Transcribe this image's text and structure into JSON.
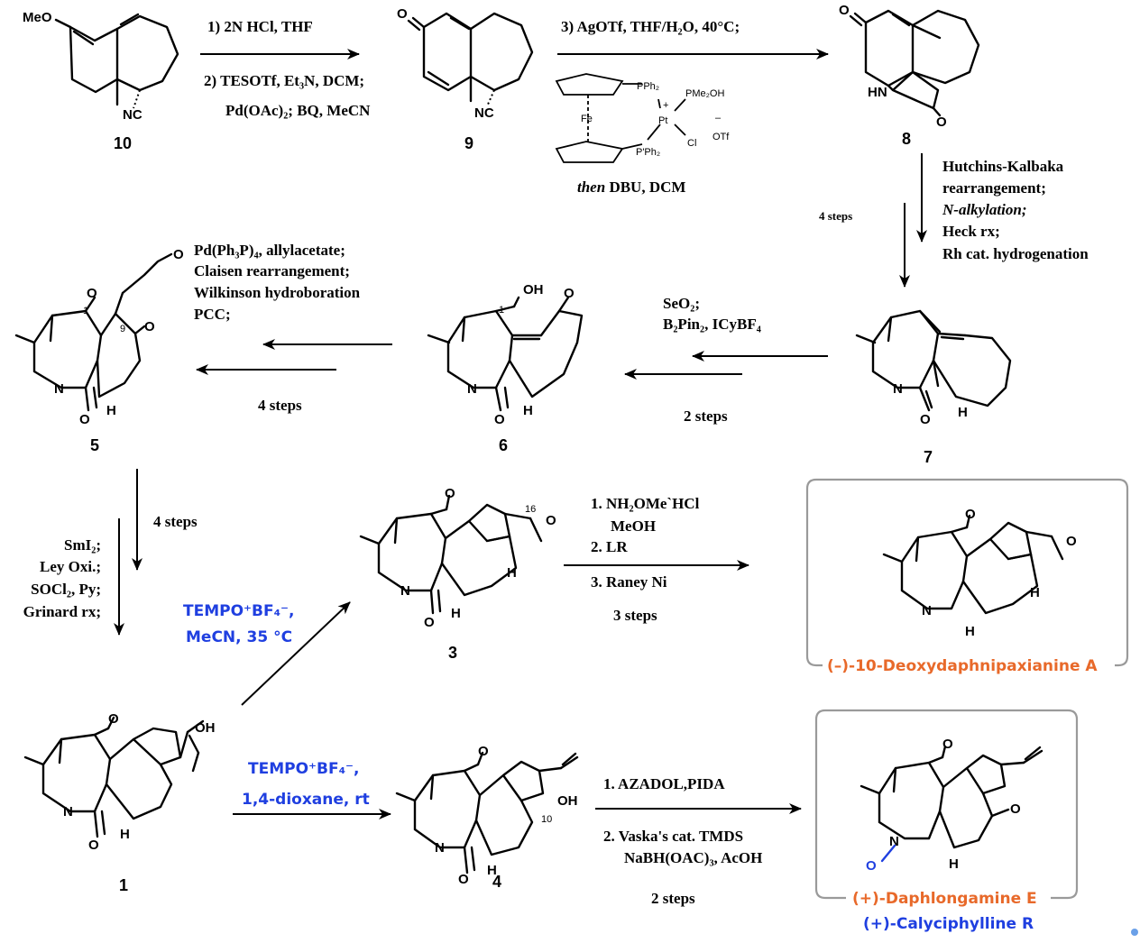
{
  "compounds": {
    "c10": "10",
    "c9": "9",
    "c8": "8",
    "c7": "7",
    "c6": "6",
    "c5": "5",
    "c3": "3",
    "c1": "1",
    "c4": "4"
  },
  "steps": {
    "s10_9": {
      "line1": "1) 2N HCl, THF",
      "line2": "2) TESOTf, Et₃N, DCM;",
      "line3": "Pd(OAc)₂; BQ, MeCN"
    },
    "s9_8": {
      "line1": "3) AgOTf, THF/H₂O, 40°C;",
      "then": "then",
      "line_then": "DBU, DCM"
    },
    "s8_7": {
      "count": "4 steps",
      "line1": "Hutchins-Kalbaka",
      "line2": "rearrangement;",
      "line3": "N-alkylation;",
      "line4": "Heck rx;",
      "line5": "Rh cat. hydrogenation"
    },
    "s7_6": {
      "line1": "SeO₂;",
      "line2": "B₂Pin₂, ICyBF₄",
      "count": "2 steps"
    },
    "s6_5": {
      "line1": "Pd(Ph₃P)₄, allylacetate;",
      "line2": "Claisen rearrangement;",
      "line3": "Wilkinson hydroboration",
      "line4": "PCC;",
      "count": "4 steps"
    },
    "s5_1": {
      "count": "4 steps",
      "line1": "SmI₂;",
      "line2": "Ley Oxi.;",
      "line3": "SOCl₂, Py;",
      "line4": "Grinard rx;"
    },
    "s1_3": {
      "line1": "TEMPO⁺BF₄⁻,",
      "line2": "MeCN, 35 °C"
    },
    "s3_A": {
      "line1": "1. NH₂OMe`HCl",
      "line2": "MeOH",
      "line3": "2. LR",
      "line4": "3. Raney Ni",
      "count": "3 steps"
    },
    "s1_4": {
      "line1": "TEMPO⁺BF₄⁻,",
      "line2": "1,4-dioxane, rt"
    },
    "s4_E": {
      "line1": "1. AZADOL,PIDA",
      "line2": "2. Vaska's cat. TMDS",
      "line3": "NaBH(OAC)₃, AcOH",
      "count": "2 steps"
    }
  },
  "catalyst": {
    "pph2": "PPh₂",
    "pme2oh": "PMe₂OH",
    "pt": "Pt",
    "plus": "+",
    "fe": "Fe",
    "ppph2": "P'Ph₂",
    "cl": "Cl",
    "otf": "OTf",
    "minus": "–"
  },
  "products": {
    "deoxy": "(–)-10-Deoxydaphnipaxianine A",
    "daphlongamine": "(+)-Daphlongamine E",
    "calyciphylline": "(+)-Calyciphylline R"
  },
  "atoms": {
    "meo": "MeO",
    "nc": "NC",
    "o": "O",
    "hn": "HN",
    "n": "N",
    "h": "H",
    "oh": "OH",
    "num1": "1",
    "num9": "9",
    "num16": "16",
    "num10": "10"
  },
  "colors": {
    "reagent_blue": "#1f3fe0",
    "natural_product_orange": "#e8692a",
    "box_gray": "#9a9a9a"
  }
}
